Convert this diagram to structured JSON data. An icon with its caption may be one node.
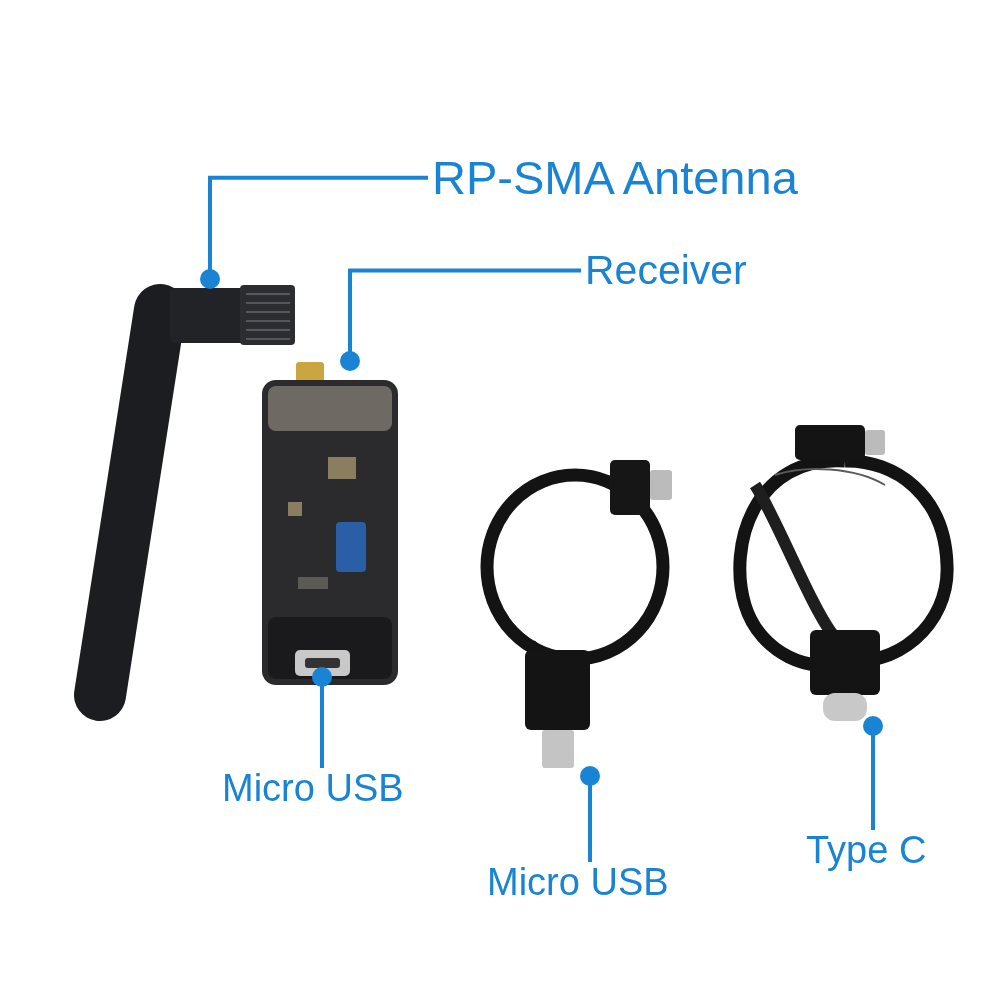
{
  "diagram": {
    "nodes": [
      {
        "text": [
          "RP-SMA Antenna"
        ]
      },
      {
        "text": [
          "Receiver"
        ]
      },
      {
        "text": [],
        "shape": "picture"
      },
      {
        "text": [],
        "shape": "picture"
      },
      {
        "text": [],
        "shape": "picture",
        "in": 3
      },
      {
        "text": [],
        "shape": "picture"
      },
      {
        "text": [],
        "shape": "picture"
      },
      {
        "text": [
          "Micro USB"
        ]
      },
      {
        "text": [
          "Micro USB"
        ]
      },
      {
        "text": [
          "Type C"
        ]
      }
    ],
    "edges": [
      {
        "from": 0,
        "to": 2,
        "arrow": "other"
      },
      {
        "from": 1,
        "to": 3,
        "arrow": "other"
      },
      {
        "from": 7,
        "to": 4,
        "arrow": "other"
      },
      {
        "from": 8,
        "to": 5,
        "arrow": "other"
      },
      {
        "from": 9,
        "to": 6,
        "arrow": "other"
      }
    ]
  }
}
